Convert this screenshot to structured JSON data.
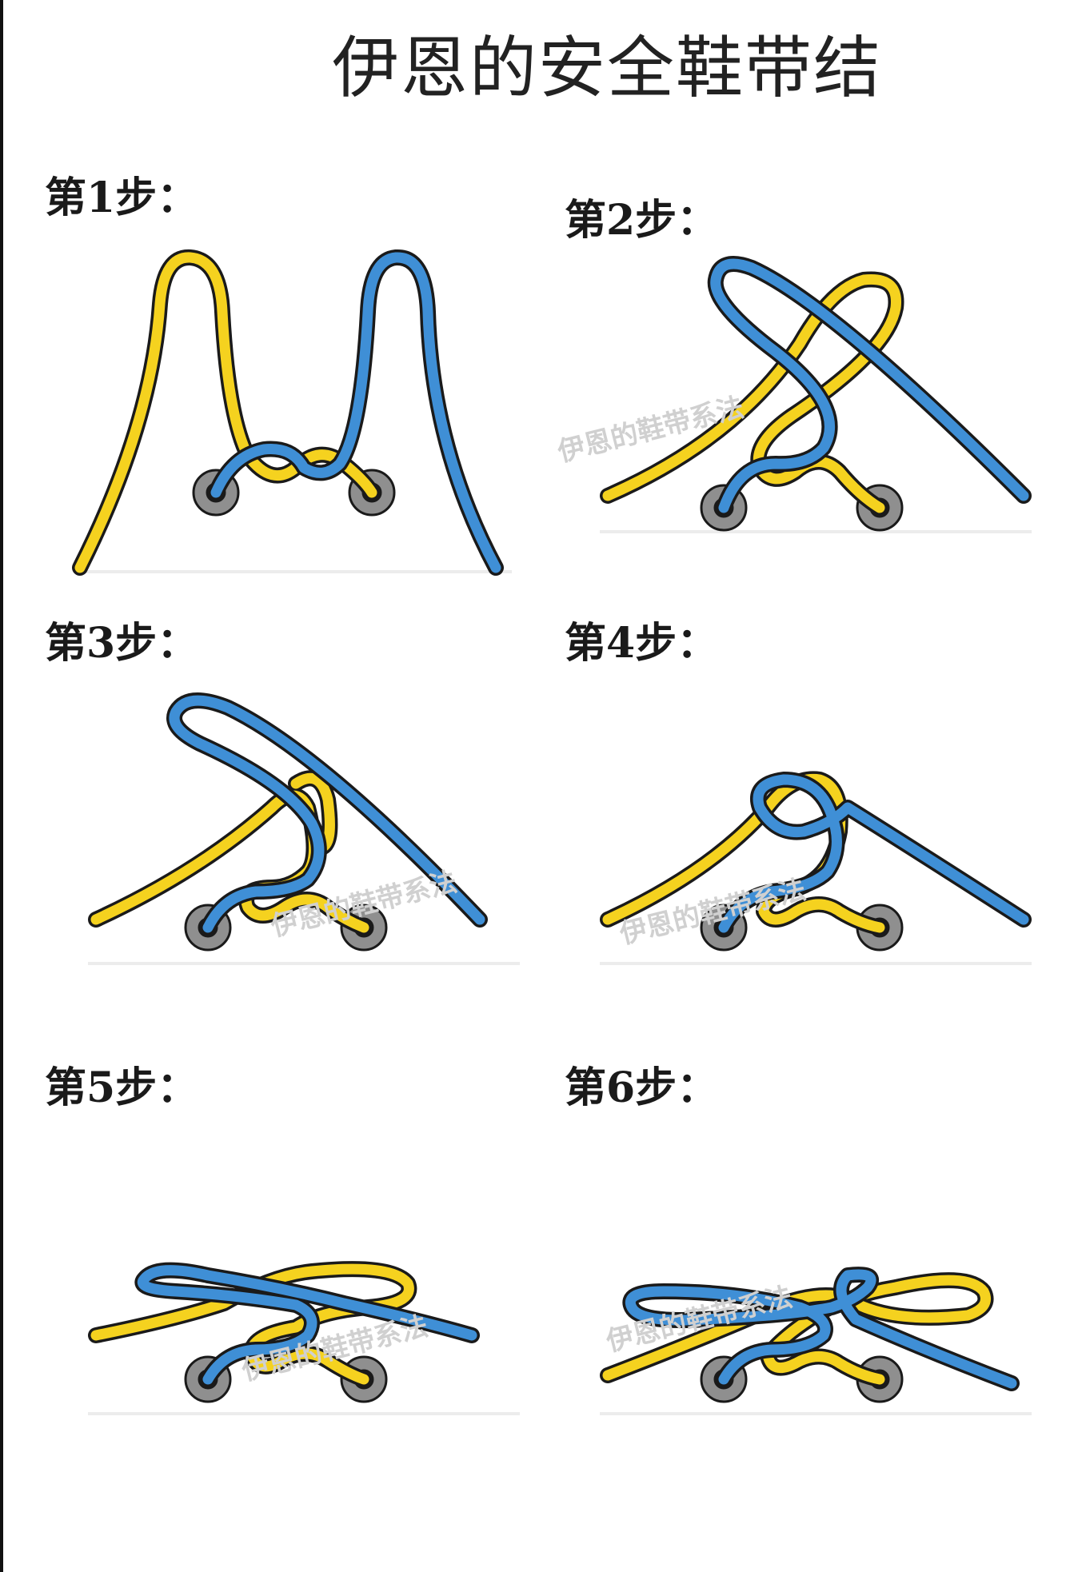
{
  "title": "伊恩的安全鞋带结",
  "steps": [
    {
      "label": "第1步："
    },
    {
      "label": "第2步："
    },
    {
      "label": "第3步："
    },
    {
      "label": "第4步："
    },
    {
      "label": "第5步："
    },
    {
      "label": "第6步："
    }
  ],
  "colors": {
    "yellow_lace": "#f5d21f",
    "blue_lace": "#3f8fd6",
    "outline": "#1a1a1a",
    "eyelet": "#8f8f8f"
  }
}
